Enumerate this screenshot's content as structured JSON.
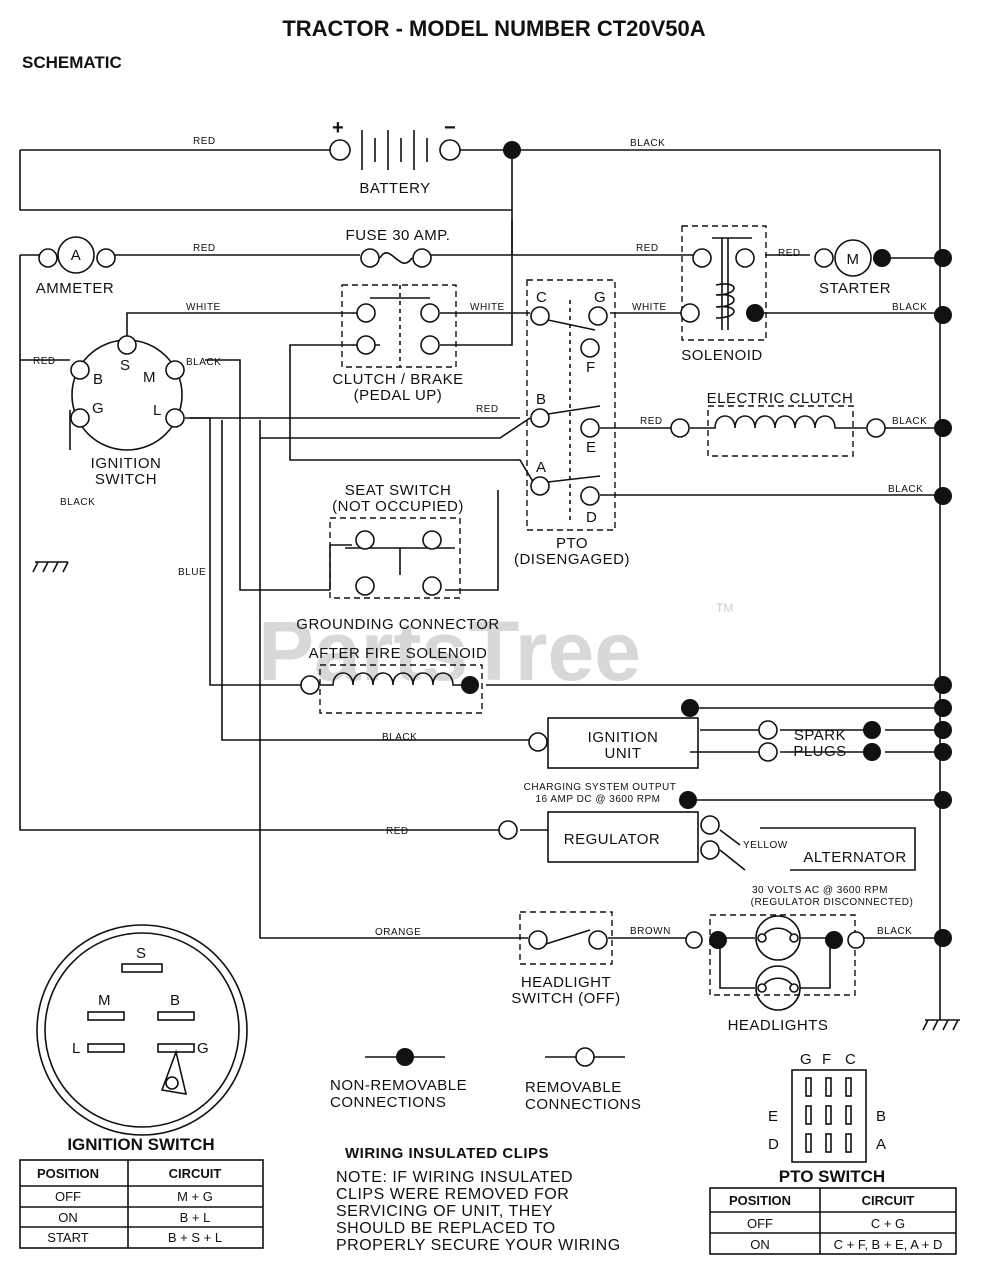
{
  "title": "TRACTOR - MODEL NUMBER CT20V50A",
  "subtitle": "SCHEMATIC",
  "watermark": "PartsTree",
  "watermark_tm": "TM",
  "components": {
    "battery": "BATTERY",
    "battery_plus": "+",
    "battery_minus": "−",
    "fuse": "FUSE 30 AMP.",
    "ammeter": "AMMETER",
    "ammeter_symbol": "A",
    "starter": "STARTER",
    "starter_symbol": "M",
    "solenoid": "SOLENOID",
    "clutch_brake_1": "CLUTCH / BRAKE",
    "clutch_brake_2": "(PEDAL UP)",
    "ignition_switch_1": "IGNITION",
    "ignition_switch_2": "SWITCH",
    "electric_clutch": "ELECTRIC CLUTCH",
    "seat_switch_1": "SEAT SWITCH",
    "seat_switch_2": "(NOT OCCUPIED)",
    "pto_1": "PTO",
    "pto_2": "(DISENGAGED)",
    "grounding_connector": "GROUNDING CONNECTOR",
    "after_fire_solenoid": "AFTER FIRE SOLENOID",
    "ignition_unit_1": "IGNITION",
    "ignition_unit_2": "UNIT",
    "spark_plugs_1": "SPARK",
    "spark_plugs_2": "PLUGS",
    "regulator": "REGULATOR",
    "alternator": "ALTERNATOR",
    "charging_note_1": "CHARGING SYSTEM OUTPUT",
    "charging_note_2": "16 AMP DC @ 3600 RPM",
    "alt_note_1": "30 VOLTS AC @ 3600 RPM",
    "alt_note_2": "(REGULATOR DISCONNECTED)",
    "headlight_switch_1": "HEADLIGHT",
    "headlight_switch_2": "SWITCH (OFF)",
    "headlights": "HEADLIGHTS"
  },
  "wires": {
    "red": "RED",
    "black": "BLACK",
    "white": "WHITE",
    "blue": "BLUE",
    "yellow": "YELLOW",
    "orange": "ORANGE",
    "brown": "BROWN"
  },
  "terminals": {
    "S": "S",
    "B": "B",
    "M": "M",
    "G": "G",
    "L": "L",
    "C": "C",
    "F": "F",
    "E": "E",
    "D": "D",
    "A": "A"
  },
  "legend": {
    "non_removable_1": "NON-REMOVABLE",
    "non_removable_2": "CONNECTIONS",
    "removable_1": "REMOVABLE",
    "removable_2": "CONNECTIONS"
  },
  "ignition_switch_table": {
    "title": "IGNITION SWITCH",
    "headers": [
      "POSITION",
      "CIRCUIT"
    ],
    "rows": [
      [
        "OFF",
        "M + G"
      ],
      [
        "ON",
        "B + L"
      ],
      [
        "START",
        "B + S + L"
      ]
    ]
  },
  "pto_switch_table": {
    "title": "PTO SWITCH",
    "headers": [
      "POSITION",
      "CIRCUIT"
    ],
    "rows": [
      [
        "OFF",
        "C + G"
      ],
      [
        "ON",
        "C + F, B + E, A + D"
      ]
    ]
  },
  "note": {
    "heading": "WIRING INSULATED CLIPS",
    "lines": [
      "NOTE: IF WIRING INSULATED",
      "CLIPS WERE REMOVED FOR",
      "SERVICING OF UNIT, THEY",
      "SHOULD BE REPLACED TO",
      "PROPERLY SECURE YOUR WIRING"
    ]
  }
}
